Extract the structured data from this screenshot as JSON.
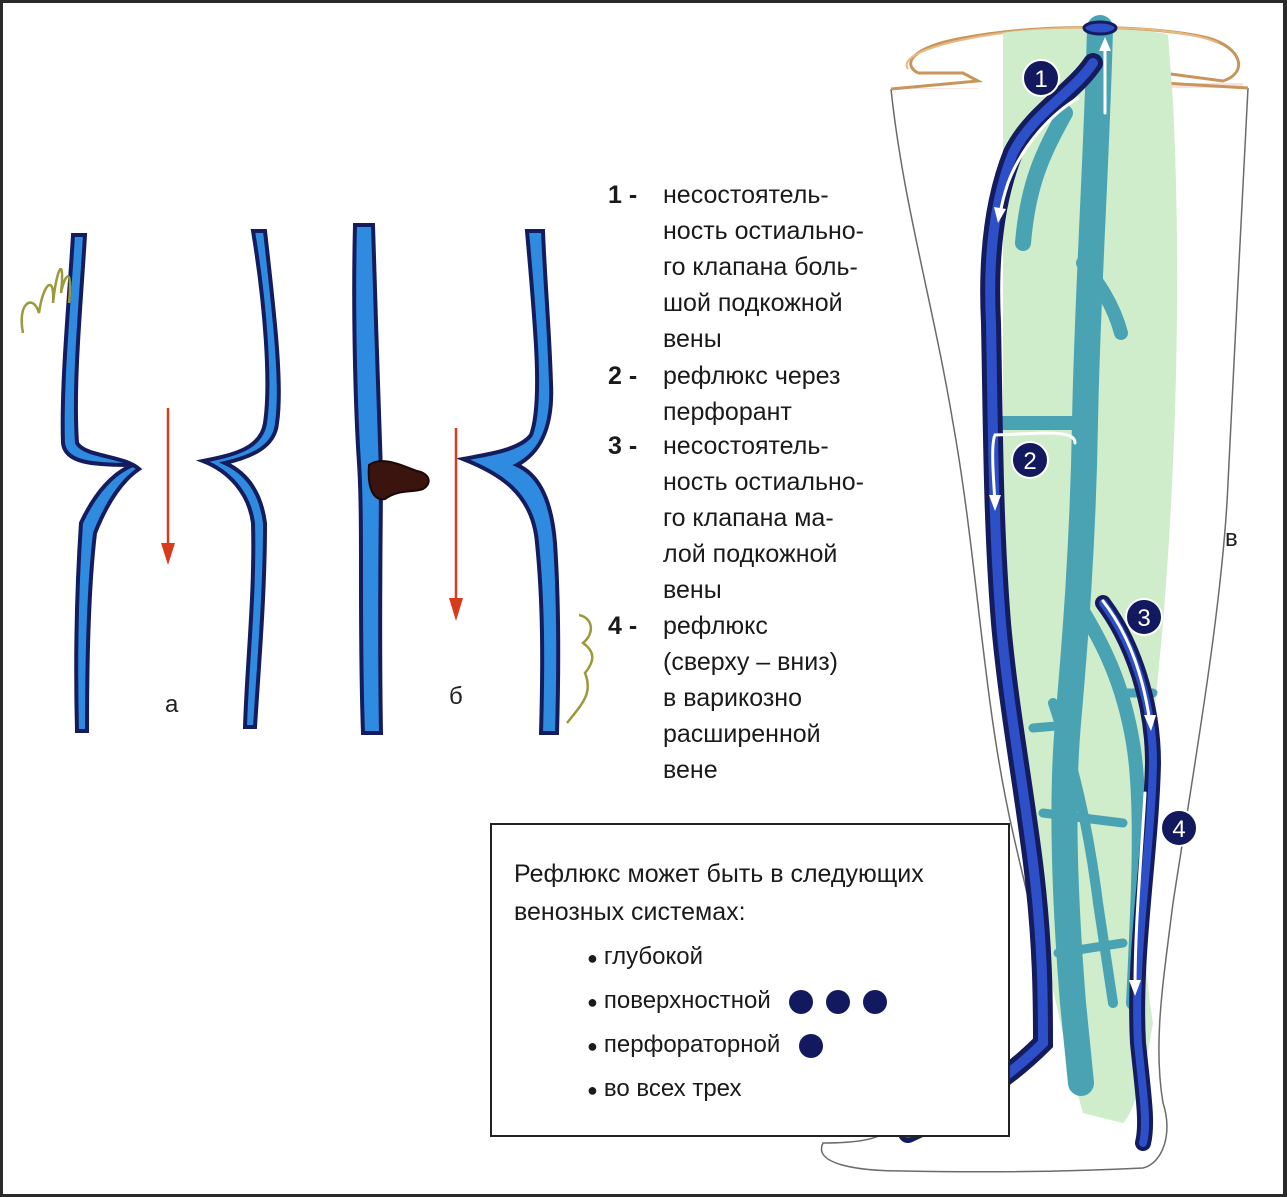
{
  "panels": {
    "a_label": "а",
    "b_label": "б",
    "v_label": "в"
  },
  "legend": [
    {
      "num": "1 -",
      "text": "несостоятель-\nность остиально-\nго клапана боль-\nшой подкожной\nвены"
    },
    {
      "num": "2 -",
      "text": "рефлюкс через\nперфорант"
    },
    {
      "num": "3 -",
      "text": "несостоятель-\nность остиально-\nго клапана ма-\nлой подкожной\nвены"
    },
    {
      "num": "4 -",
      "text": "рефлюкс\n(сверху – вниз)\nв варикозно\nрасширенной\nвене"
    }
  ],
  "markers": [
    "1",
    "2",
    "3",
    "4"
  ],
  "info_box": {
    "title": "Рефлюкс может быть в следующих венозных системах:",
    "items": [
      {
        "label": "глубокой",
        "dots": 0
      },
      {
        "label": "поверхностной",
        "dots": 3
      },
      {
        "label": "перфораторной",
        "dots": 1
      },
      {
        "label": "во всех трех",
        "dots": 0
      }
    ]
  },
  "colors": {
    "vein_blue": "#2f8be0",
    "vein_outline": "#141c5e",
    "deep_vein": "#4aa3b3",
    "tissue_green": "#cfeccb",
    "marker_fill": "#12195e",
    "arrow_red": "#d83a1c",
    "thrombus": "#3b1410"
  },
  "icons": [
    "down-arrow-icon",
    "flow-arrow-icon",
    "signature-mark"
  ]
}
